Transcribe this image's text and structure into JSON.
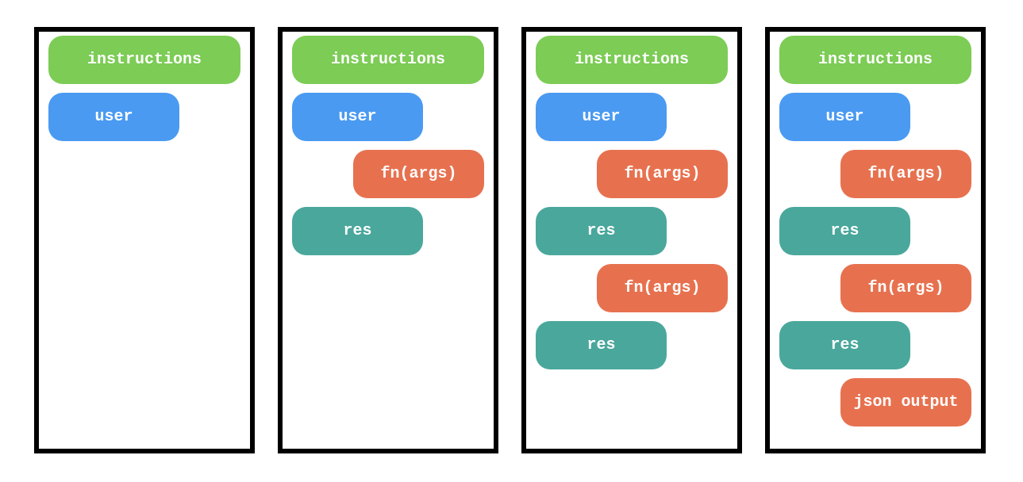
{
  "colors": {
    "background": "#ffffff",
    "panel_border": "#000000",
    "panel_background": "#ffffff",
    "bubble_text": "#ffffff"
  },
  "bubble_colors": {
    "instructions": "#7ccc55",
    "user": "#4a9af2",
    "function-call": "#e7714f",
    "function-result": "#4aa79c",
    "json-output": "#e7714f"
  },
  "panels": [
    {
      "name": "stage-1",
      "bubbles": [
        {
          "type": "instructions",
          "label": "instructions",
          "align": "full"
        },
        {
          "type": "user",
          "label": "user",
          "align": "left"
        }
      ]
    },
    {
      "name": "stage-2",
      "bubbles": [
        {
          "type": "instructions",
          "label": "instructions",
          "align": "full"
        },
        {
          "type": "user",
          "label": "user",
          "align": "left"
        },
        {
          "type": "function-call",
          "label": "fn(args)",
          "align": "right"
        },
        {
          "type": "function-result",
          "label": "res",
          "align": "left"
        }
      ]
    },
    {
      "name": "stage-3",
      "bubbles": [
        {
          "type": "instructions",
          "label": "instructions",
          "align": "full"
        },
        {
          "type": "user",
          "label": "user",
          "align": "left"
        },
        {
          "type": "function-call",
          "label": "fn(args)",
          "align": "right"
        },
        {
          "type": "function-result",
          "label": "res",
          "align": "left"
        },
        {
          "type": "function-call",
          "label": "fn(args)",
          "align": "right"
        },
        {
          "type": "function-result",
          "label": "res",
          "align": "left"
        }
      ]
    },
    {
      "name": "stage-4",
      "bubbles": [
        {
          "type": "instructions",
          "label": "instructions",
          "align": "full"
        },
        {
          "type": "user",
          "label": "user",
          "align": "left"
        },
        {
          "type": "function-call",
          "label": "fn(args)",
          "align": "right"
        },
        {
          "type": "function-result",
          "label": "res",
          "align": "left"
        },
        {
          "type": "function-call",
          "label": "fn(args)",
          "align": "right"
        },
        {
          "type": "function-result",
          "label": "res",
          "align": "left"
        },
        {
          "type": "json-output",
          "label": "json output",
          "align": "right"
        }
      ]
    }
  ]
}
